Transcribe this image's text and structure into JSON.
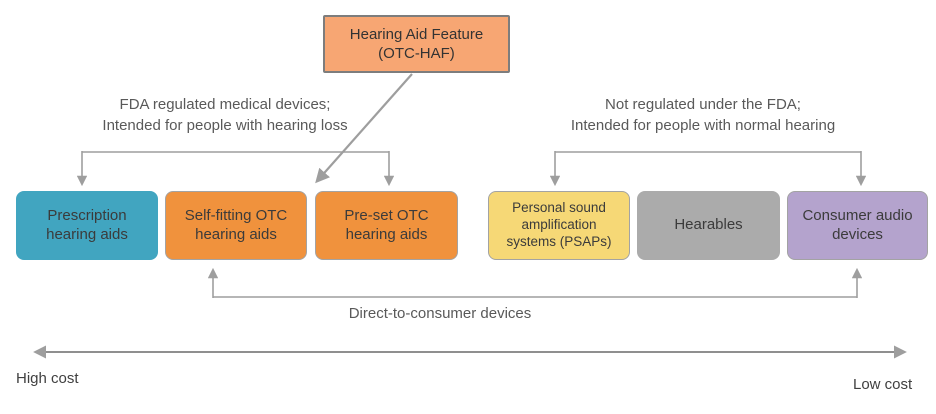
{
  "diagram": {
    "title_hint": "Hearing device categories by FDA regulation and cost",
    "top_box": {
      "label": "Hearing Aid Feature\n(OTC-HAF)",
      "color": "#F7A673"
    },
    "left_note": "FDA regulated medical devices;\nIntended for people with hearing loss",
    "right_note": "Not regulated under the FDA;\nIntended for people with normal hearing",
    "boxes": [
      {
        "id": "prescription-hearing-aids",
        "label": "Prescription hearing aids",
        "color": "#41A5C0"
      },
      {
        "id": "self-fitting-otc-hearing-aids",
        "label": "Self-fitting OTC hearing aids",
        "color": "#F0923D"
      },
      {
        "id": "pre-set-otc-hearing-aids",
        "label": "Pre-set OTC hearing aids",
        "color": "#F0923D"
      },
      {
        "id": "psaps",
        "label": "Personal sound amplification systems (PSAPs)",
        "color": "#F6D876"
      },
      {
        "id": "hearables",
        "label": "Hearables",
        "color": "#ABABAB"
      },
      {
        "id": "consumer-audio-devices",
        "label": "Consumer audio devices",
        "color": "#B4A3CD"
      }
    ],
    "bottom_note": "Direct-to-consumer devices",
    "cost_axis": {
      "left_label": "High cost",
      "right_label": "Low cost"
    },
    "colors": {
      "connector_line": "#9E9E9E",
      "top_box_border": "#7D7D7D",
      "box_border": "#A3A3A3",
      "note_text": "#595959",
      "box_text": "#3B3B3B"
    }
  }
}
